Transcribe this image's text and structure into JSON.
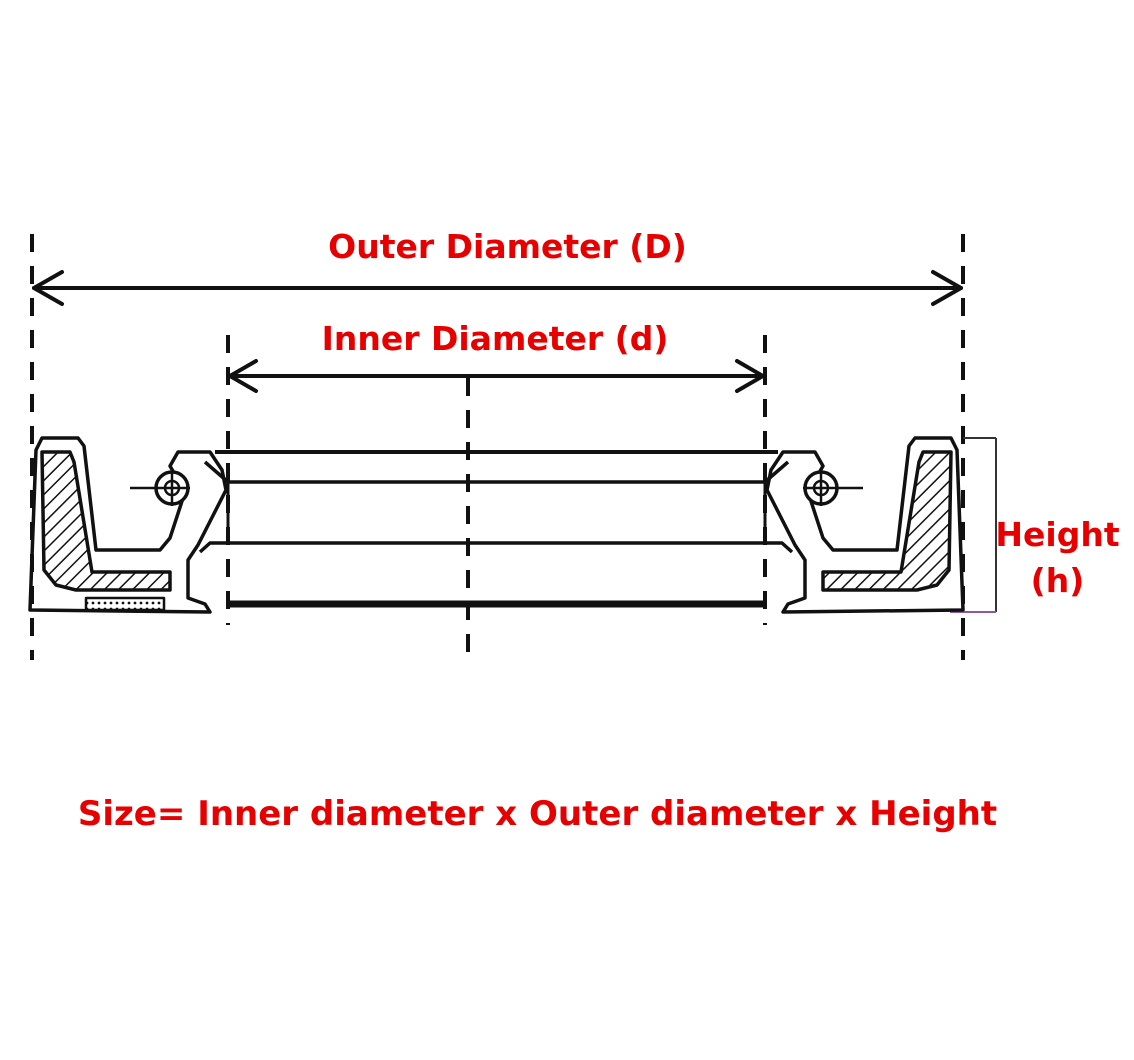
{
  "labels": {
    "outer_diameter": "Outer Diameter (D)",
    "inner_diameter": "Inner Diameter (d)",
    "height_line1": "Height",
    "height_line2": "(h)",
    "size_formula": "Size= Inner diameter x Outer diameter x Height"
  },
  "colors": {
    "label": "#e60000",
    "line": "#111111",
    "background": "#ffffff"
  }
}
